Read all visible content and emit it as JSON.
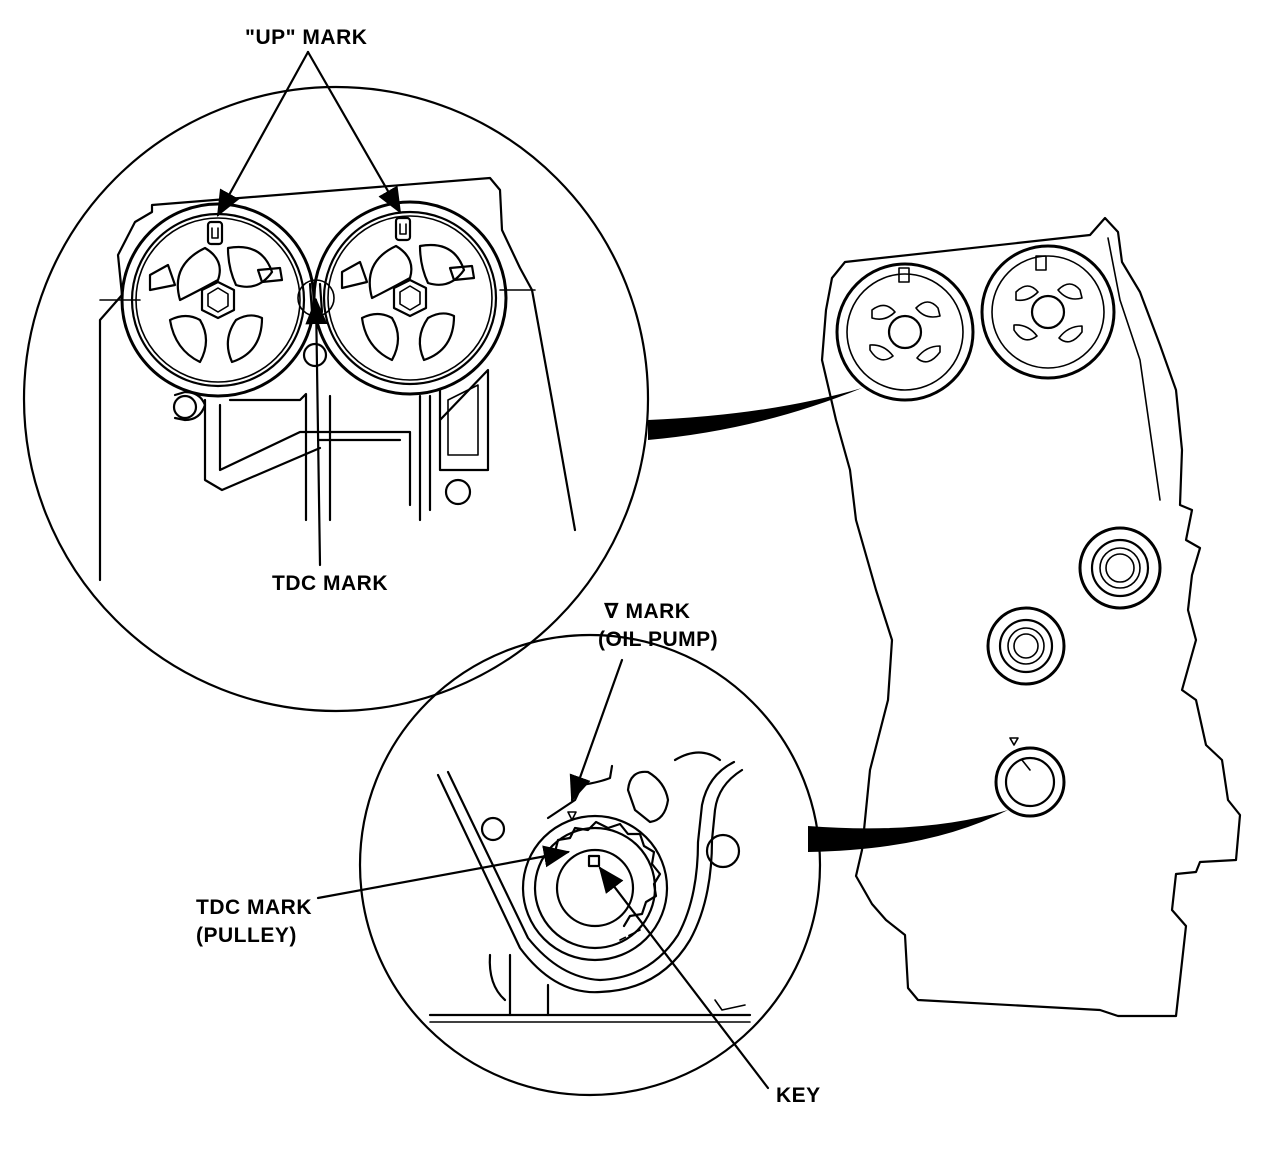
{
  "labels": {
    "up_mark": "\"UP\" MARK",
    "tdc_mark_cam": "TDC MARK",
    "oil_pump_mark_line1": "∇ MARK",
    "oil_pump_mark_line2": "(OIL PUMP)",
    "tdc_mark_pulley_line1": "TDC MARK",
    "tdc_mark_pulley_line2": "(PULLEY)",
    "key": "KEY"
  },
  "colors": {
    "ink": "#000000",
    "paper": "#ffffff"
  }
}
